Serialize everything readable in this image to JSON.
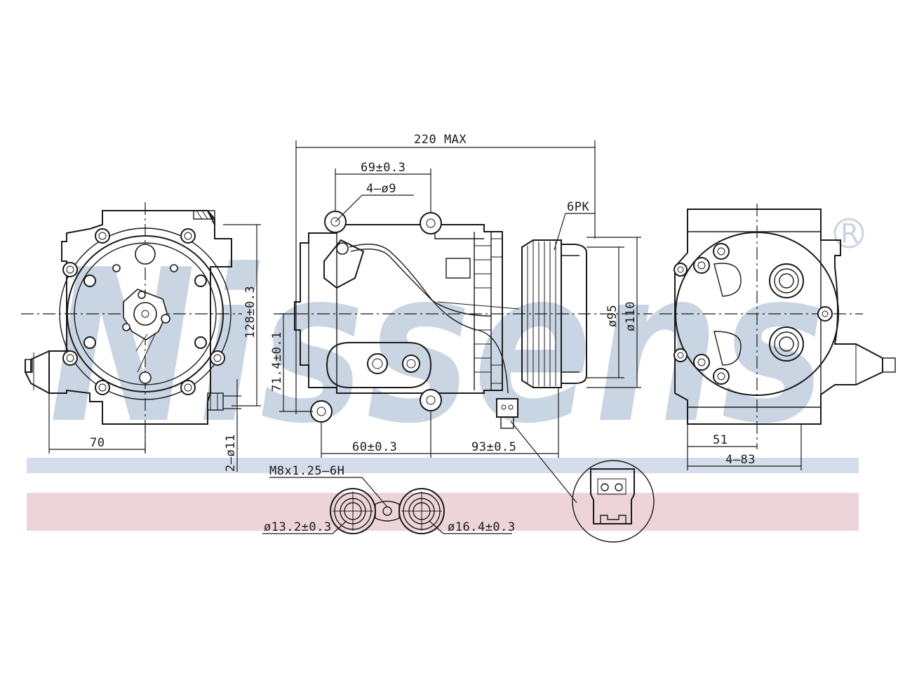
{
  "watermark": {
    "brand": "Nissens",
    "registered_mark": "®",
    "color": "#c9d5e3",
    "band_blue": "#d4dde9",
    "band_pink": "#ecd4da"
  },
  "dimensions": {
    "overall_length": "220 MAX",
    "bolt_spacing_top": "69±0.3",
    "bolt_holes": "4–ø9",
    "belt": "6PK",
    "pulley_dia_inner": "ø95",
    "pulley_dia_outer": "ø110",
    "height_front": "128±0.3",
    "mount_height": "71.4±0.1",
    "mount_lower_spacing": "60±0.3",
    "mount_to_pulley": "93±0.5",
    "offset_left": "70",
    "side_fitting_holes": "2–ø11",
    "thread": "M8x1.25–6H",
    "port_small": "ø13.2±0.3",
    "port_large": "ø16.4±0.3",
    "rear_offset": "51",
    "rear_width": "4–83"
  }
}
